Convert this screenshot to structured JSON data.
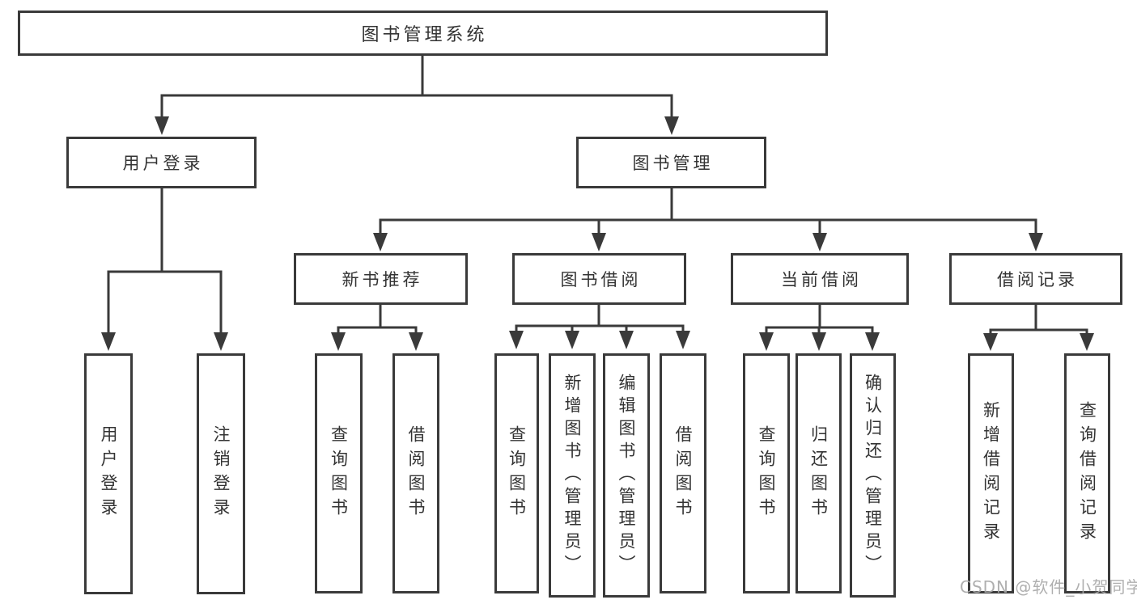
{
  "style": {
    "line_color": "#3a3a3a",
    "box_background": "#ffffff",
    "text_color": "#333333",
    "watermark_color": "#a8a8a8"
  },
  "tree": {
    "root": {
      "label": "图书管理系统"
    },
    "children": [
      {
        "label": "用户登录",
        "children": [
          {
            "label": "用户登录"
          },
          {
            "label": "注销登录"
          }
        ]
      },
      {
        "label": "图书管理",
        "children": [
          {
            "label": "新书推荐",
            "children": [
              {
                "label": "查询图书"
              },
              {
                "label": "借阅图书"
              }
            ]
          },
          {
            "label": "图书借阅",
            "children": [
              {
                "label": "查询图书"
              },
              {
                "label": "新增图书（管理员）"
              },
              {
                "label": "编辑图书（管理员）"
              },
              {
                "label": "借阅图书"
              }
            ]
          },
          {
            "label": "当前借阅",
            "children": [
              {
                "label": "查询图书"
              },
              {
                "label": "归还图书"
              },
              {
                "label": "确认归还（管理员）"
              }
            ]
          },
          {
            "label": "借阅记录",
            "children": [
              {
                "label": "新增借阅记录"
              },
              {
                "label": "查询借阅记录"
              }
            ]
          }
        ]
      }
    ]
  },
  "watermark": {
    "text": "CSDN @软件_小贺同学"
  }
}
